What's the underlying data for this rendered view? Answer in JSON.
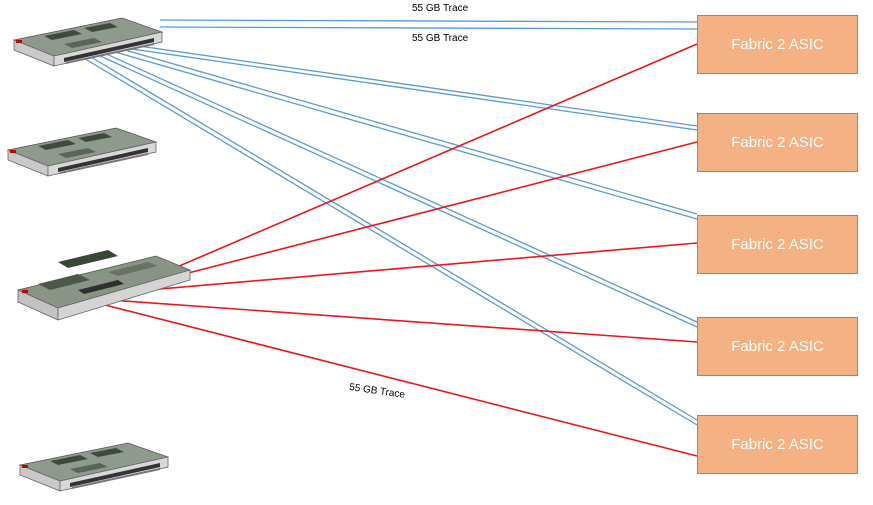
{
  "diagram": {
    "trace_labels": [
      "55 GB Trace",
      "55 GB Trace",
      "55 GB Trace"
    ],
    "asics": [
      {
        "label": "Fabric 2 ASIC"
      },
      {
        "label": "Fabric 2 ASIC"
      },
      {
        "label": "Fabric 2 ASIC"
      },
      {
        "label": "Fabric 2 ASIC"
      },
      {
        "label": "Fabric 2 ASIC"
      }
    ],
    "modules": [
      {
        "icon": "line-card-icon"
      },
      {
        "icon": "line-card-icon"
      },
      {
        "icon": "supervisor-card-icon"
      },
      {
        "icon": "line-card-icon"
      }
    ],
    "colors": {
      "asic_fill": "#f4b183",
      "blue_trace": "#5b9bd5",
      "red_trace": "#e8191c"
    }
  }
}
